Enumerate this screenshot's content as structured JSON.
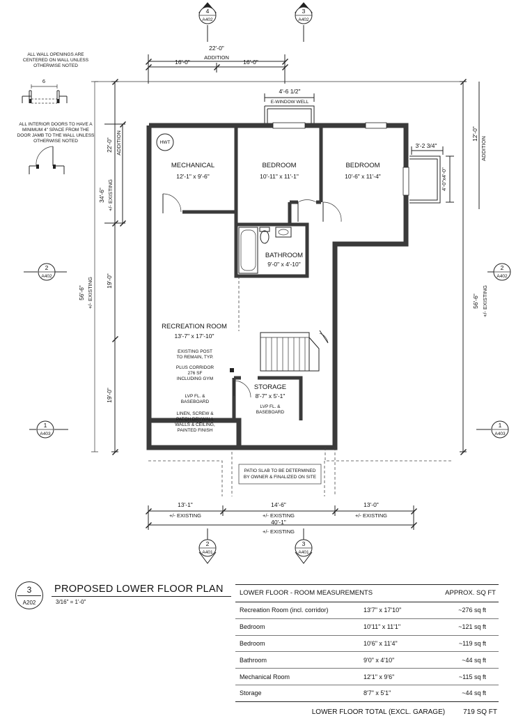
{
  "notes": {
    "wall_openings": [
      "ALL WALL OPENINGS ARE",
      "CENTERED ON WALL UNLESS",
      "OTHERWISE NOTED"
    ],
    "wall_openings_dim": "6",
    "interior_doors": [
      "ALL INTERIOR DOORS TO HAVE A",
      "MINIMUM 4\" SPACE FROM THE",
      "DOOR JAMB TO THE WALL UNLESS",
      "OTHERWISE NOTED"
    ]
  },
  "section_markers": {
    "top_left": {
      "num": "4",
      "ref": "A402"
    },
    "top_right": {
      "num": "3",
      "ref": "A402"
    },
    "left_mid": {
      "num": "2",
      "ref": "A402"
    },
    "right_mid": {
      "num": "2",
      "ref": "A402"
    },
    "left_low": {
      "num": "1",
      "ref": "A403"
    },
    "right_low": {
      "num": "1",
      "ref": "A403"
    },
    "bottom_left": {
      "num": "2",
      "ref": "A401"
    },
    "bottom_right": {
      "num": "3",
      "ref": "A401"
    }
  },
  "dimensions": {
    "top_total": "22'-0\"",
    "top_label": "ADDITION",
    "top_left": "16'-0\"",
    "top_right": "16'-0\"",
    "window_well_width": "4'-6 1/2\"",
    "window_well_label": "E-WINDOW WELL",
    "side_well_width": "3'-2 3/4\"",
    "side_well_size": "4'-0\"x4'-0\"",
    "left_addition": "22'-0\"",
    "left_addition_label": "ADDITION",
    "left_existing": "34'-6\"",
    "left_existing_label": "+/- EXISTING",
    "left_total": "56'-6\"",
    "left_total_label": "+/- EXISTING",
    "left_mid": "19'-0\"",
    "left_low": "19'-0\"",
    "right_top": "12'-0\"",
    "right_top_label": "ADDITION",
    "right_total": "56'-6\"",
    "right_total_label": "+/- EXISTING",
    "bottom_left": "13'-1\"",
    "bottom_left_label": "+/- EXISTING",
    "bottom_mid": "14'-6\"",
    "bottom_mid_label": "+/- EXISTING",
    "bottom_right": "13'-0\"",
    "bottom_right_label": "+/- EXISTING",
    "bottom_total": "40'-1\"",
    "bottom_total_label": "+/- EXISTING"
  },
  "rooms": {
    "mechanical": {
      "name": "MECHANICAL",
      "size": "12'-1\" x 9'-6\"",
      "tag": "HWT"
    },
    "bedroom1": {
      "name": "BEDROOM",
      "size": "10'-11\" x 11'-1\""
    },
    "bedroom2": {
      "name": "BEDROOM",
      "size": "10'-6\" x 11'-4\""
    },
    "bathroom": {
      "name": "BATHROOM",
      "size": "9'-0\" x 4'-10\""
    },
    "recreation": {
      "name": "RECREATION ROOM",
      "size": "13'-7\" x 17'-10\"",
      "notes": [
        "EXISTING POST",
        "TO REMAIN, TYP.",
        "",
        "PLUS CORRIDOR",
        "276 SF",
        "INCLUDING GYM",
        "",
        "LVP FL. &",
        "BASEBOARD",
        "",
        "LINEN, SCREW &",
        "PATCH DRYWALL",
        "WALLS & CEILING,",
        "PAINTED FINISH"
      ]
    },
    "storage": {
      "name": "STORAGE",
      "size": "8'-7\" x 5'-1\"",
      "notes": [
        "LVP FL. &",
        "BASEBOARD"
      ]
    }
  },
  "patio_note": [
    "PATIO SLAB TO BE DETERMINED",
    "BY OWNER & FINALIZED ON SITE"
  ],
  "title": {
    "number": "3",
    "sheet": "A202",
    "text": "PROPOSED LOWER FLOOR PLAN",
    "scale": "3/16\" = 1'-0\""
  },
  "table": {
    "header_left": "LOWER FLOOR - ROOM MEASUREMENTS",
    "header_right": "APPROX. SQ FT",
    "rows": [
      {
        "room": "Recreation Room (incl. corridor)",
        "dims": "13'7\" x 17'10\"",
        "sqft": "~276 sq ft"
      },
      {
        "room": "Bedroom",
        "dims": "10'11\" x 11'1\"",
        "sqft": "~121 sq ft"
      },
      {
        "room": "Bedroom",
        "dims": "10'6\" x 11'4\"",
        "sqft": "~119 sq ft"
      },
      {
        "room": "Bathroom",
        "dims": "9'0\" x 4'10\"",
        "sqft": "~44 sq ft"
      },
      {
        "room": "Mechanical Room",
        "dims": "12'1\" x 9'6\"",
        "sqft": "~115 sq ft"
      },
      {
        "room": "Storage",
        "dims": "8'7\" x 5'1\"",
        "sqft": "~44 sq ft"
      }
    ],
    "total_label": "LOWER FLOOR TOTAL (EXCL. GARAGE)",
    "total_value": "719 SQ FT"
  }
}
